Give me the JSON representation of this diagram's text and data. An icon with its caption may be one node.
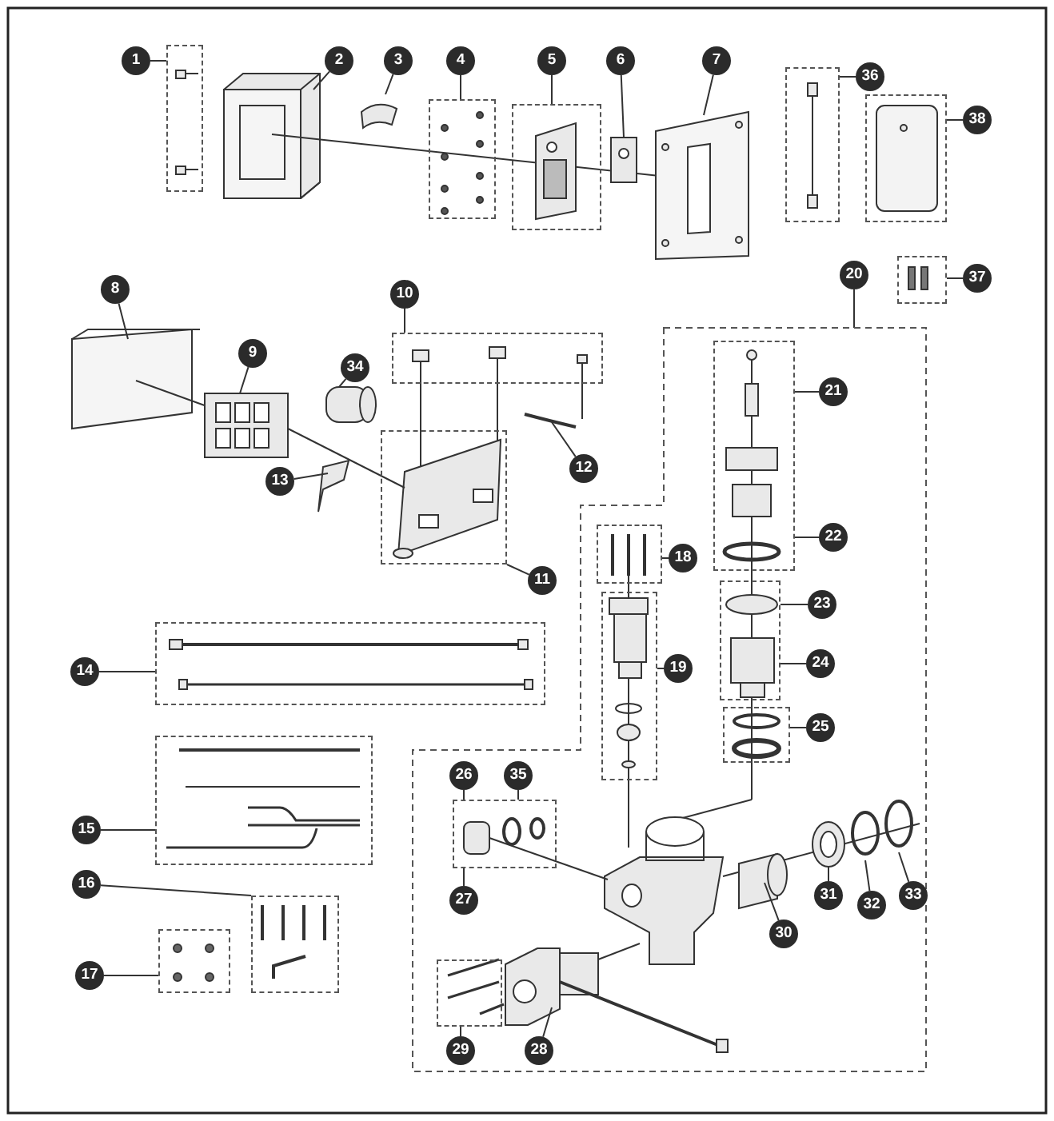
{
  "diagram": {
    "nodes": [
      {
        "text": [],
        "shape": "box"
      },
      {
        "text": [],
        "shape": "box"
      },
      {
        "text": [],
        "shape": "box"
      },
      {
        "text": [],
        "shape": "box"
      },
      {
        "text": [],
        "shape": "box"
      },
      {
        "text": [],
        "shape": "box"
      },
      {
        "text": [],
        "shape": "box"
      },
      {
        "text": [],
        "shape": "box"
      },
      {
        "text": [],
        "shape": "box"
      },
      {
        "text": [],
        "shape": "box",
        "in": 8
      },
      {
        "text": [],
        "shape": "box",
        "in": 8
      },
      {
        "text": [],
        "shape": "box",
        "in": 8
      },
      {
        "text": [],
        "shape": "box",
        "in": 8
      },
      {
        "text": [],
        "shape": "box",
        "in": 8
      },
      {
        "text": [],
        "shape": "box"
      },
      {
        "text": [],
        "shape": "box"
      },
      {
        "text": [],
        "shape": "box"
      },
      {
        "text": [],
        "shape": "box"
      },
      {
        "text": [],
        "shape": "box",
        "in": 8
      },
      {
        "text": [],
        "shape": "box",
        "in": 8
      },
      {
        "text": [
          "1"
        ]
      },
      {
        "text": [
          "2"
        ]
      },
      {
        "text": [
          "3"
        ]
      },
      {
        "text": [
          "4"
        ]
      },
      {
        "text": [
          "5"
        ]
      },
      {
        "text": [
          "6"
        ]
      },
      {
        "text": [
          "7"
        ]
      },
      {
        "text": [
          "36"
        ]
      },
      {
        "text": [
          "38"
        ]
      },
      {
        "text": [
          "8"
        ]
      },
      {
        "text": [
          "10"
        ]
      },
      {
        "text": [
          "20"
        ]
      },
      {
        "text": [
          "37"
        ]
      },
      {
        "text": [
          "9"
        ]
      },
      {
        "text": [
          "34"
        ]
      },
      {
        "text": [
          "21"
        ],
        "in": 8
      },
      {
        "text": [
          "12"
        ]
      },
      {
        "text": [
          "13"
        ]
      },
      {
        "text": [
          "22"
        ],
        "in": 8
      },
      {
        "text": [
          "11"
        ]
      },
      {
        "text": [
          "18"
        ],
        "in": 8
      },
      {
        "text": [
          "23"
        ],
        "in": 8
      },
      {
        "text": [
          "14"
        ]
      },
      {
        "text": [
          "24"
        ],
        "in": 8
      },
      {
        "text": [
          "19"
        ],
        "in": 8
      },
      {
        "text": [
          "25"
        ],
        "in": 8
      },
      {
        "text": [
          "26"
        ],
        "in": 8
      },
      {
        "text": [
          "35"
        ],
        "in": 8
      },
      {
        "text": [
          "15"
        ]
      },
      {
        "text": [
          "16"
        ]
      },
      {
        "text": [
          "30"
        ],
        "in": 8
      },
      {
        "text": [
          "27"
        ],
        "in": 8
      },
      {
        "text": [
          "31"
        ],
        "in": 8
      },
      {
        "text": [
          "32"
        ],
        "in": 8
      },
      {
        "text": [
          "33"
        ],
        "in": 8
      },
      {
        "text": [
          "17"
        ]
      },
      {
        "text": [
          "29"
        ],
        "in": 8
      },
      {
        "text": [
          "28"
        ],
        "in": 8
      }
    ],
    "edges": [
      {
        "from": 20,
        "to": 0,
        "arrow": "none"
      },
      {
        "from": 21,
        "to": null,
        "arrow": "none"
      },
      {
        "from": 22,
        "to": null,
        "arrow": "none"
      },
      {
        "from": 23,
        "to": 1,
        "arrow": "none"
      },
      {
        "from": 24,
        "to": 2,
        "arrow": "none"
      },
      {
        "from": 25,
        "to": null,
        "arrow": "none"
      },
      {
        "from": 26,
        "to": null,
        "arrow": "none"
      },
      {
        "from": 27,
        "to": 3,
        "arrow": "none"
      },
      {
        "from": 28,
        "to": 4,
        "arrow": "none"
      },
      {
        "from": 29,
        "to": null,
        "arrow": "none"
      },
      {
        "from": 30,
        "to": 6,
        "arrow": "none"
      },
      {
        "from": 31,
        "to": 8,
        "arrow": "none"
      },
      {
        "from": 32,
        "to": 5,
        "arrow": "none"
      },
      {
        "from": 33,
        "to": null,
        "arrow": "none"
      },
      {
        "from": 34,
        "to": null,
        "arrow": "none"
      },
      {
        "from": 35,
        "to": 9,
        "arrow": "none"
      },
      {
        "from": 36,
        "to": null,
        "arrow": "none"
      },
      {
        "from": 37,
        "to": null,
        "arrow": "none"
      },
      {
        "from": 38,
        "to": 9,
        "arrow": "none"
      },
      {
        "from": 39,
        "to": 7,
        "arrow": "none"
      },
      {
        "from": 40,
        "to": 10,
        "arrow": "none"
      },
      {
        "from": 41,
        "to": 12,
        "arrow": "none"
      },
      {
        "from": 42,
        "to": 14,
        "arrow": "none"
      },
      {
        "from": 43,
        "to": 12,
        "arrow": "none"
      },
      {
        "from": 44,
        "to": 11,
        "arrow": "none"
      },
      {
        "from": 45,
        "to": 13,
        "arrow": "none"
      },
      {
        "from": 46,
        "to": 18,
        "arrow": "none"
      },
      {
        "from": 47,
        "to": 18,
        "arrow": "none"
      },
      {
        "from": 48,
        "to": 15,
        "arrow": "none"
      },
      {
        "from": 49,
        "to": 16,
        "arrow": "none"
      },
      {
        "from": 50,
        "to": null,
        "arrow": "none"
      },
      {
        "from": 51,
        "to": 18,
        "arrow": "none"
      },
      {
        "from": 52,
        "to": null,
        "arrow": "none"
      },
      {
        "from": 53,
        "to": null,
        "arrow": "none"
      },
      {
        "from": 54,
        "to": null,
        "arrow": "none"
      },
      {
        "from": 55,
        "to": 17,
        "arrow": "none"
      },
      {
        "from": 56,
        "to": 19,
        "arrow": "none"
      },
      {
        "from": 57,
        "to": null,
        "arrow": "none"
      }
    ]
  }
}
